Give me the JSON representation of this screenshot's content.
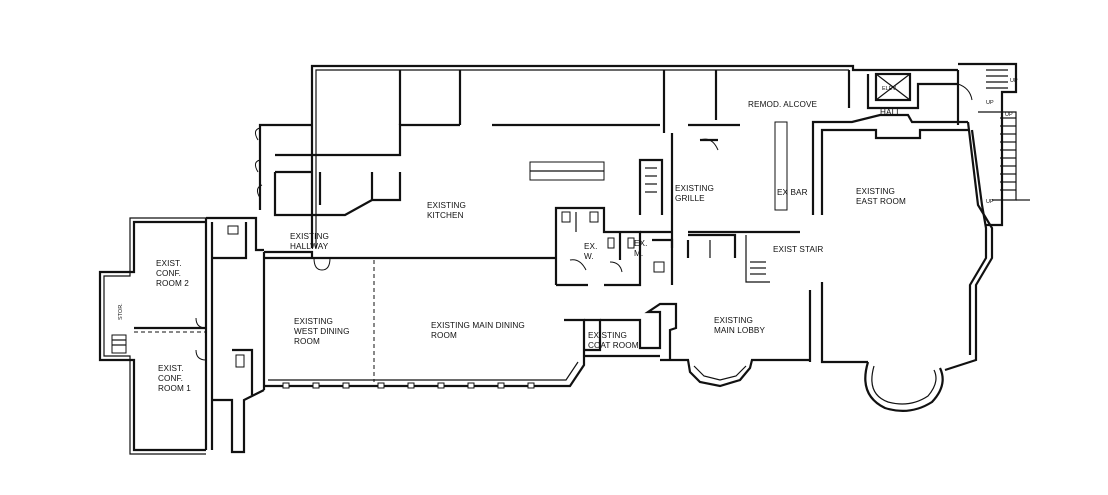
{
  "rooms": {
    "remod_alcove": [
      "REMOD. ALCOVE"
    ],
    "elev": [
      "ELEV"
    ],
    "hall": [
      "HALL"
    ],
    "existing_kitchen": [
      "EXISTING",
      "KITCHEN"
    ],
    "existing_grille": [
      "EXISTING",
      "GRILLE"
    ],
    "ex_bar": [
      "EX BAR"
    ],
    "existing_east_room": [
      "EXISTING",
      "EAST ROOM"
    ],
    "existing_hallway": [
      "EXISTING",
      "HALLWAY"
    ],
    "ex_w": [
      "EX.",
      "W."
    ],
    "ex_m": [
      "EX.",
      "M."
    ],
    "exist_stair": [
      "EXIST STAIR"
    ],
    "exist_conf_room_2": [
      "EXIST.",
      "CONF.",
      "ROOM 2"
    ],
    "stor": [
      "STOR."
    ],
    "existing_west_dining_room": [
      "EXISTING",
      "WEST DINING",
      "ROOM"
    ],
    "existing_main_dining_room": [
      "EXISTING MAIN DINING",
      "ROOM"
    ],
    "existing_coat_room": [
      "EXISTING",
      "COAT ROOM"
    ],
    "existing_main_lobby": [
      "EXISTING",
      "MAIN LOBBY"
    ],
    "exist_conf_room_1": [
      "EXIST.",
      "CONF.",
      "ROOM 1"
    ]
  },
  "stair_marks": [
    "UP",
    "UP",
    "UP",
    "UP"
  ]
}
